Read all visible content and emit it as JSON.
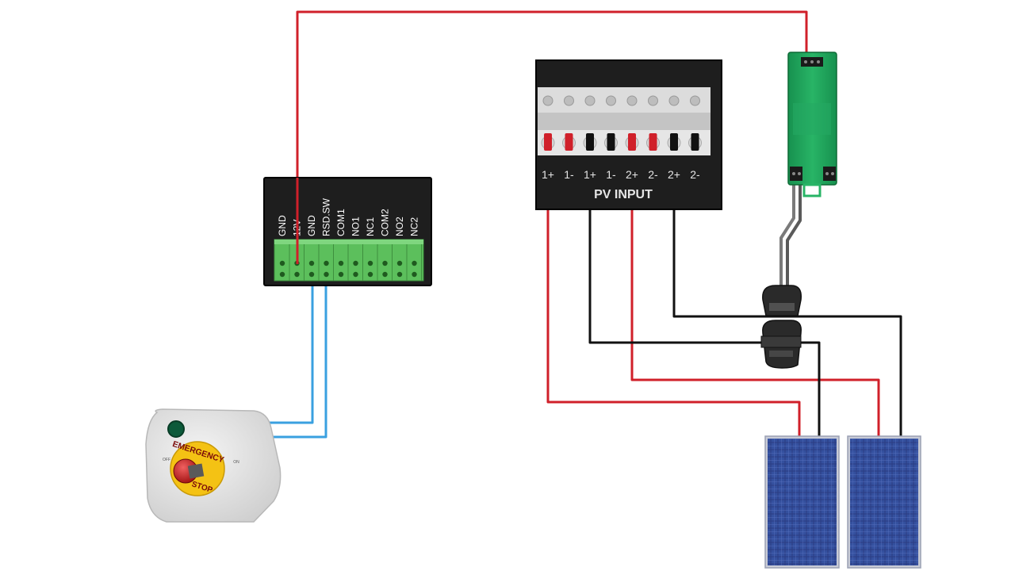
{
  "relay_module": {
    "terminal_labels": [
      "GND",
      "12V",
      "GND",
      "RSD.SW",
      "COM1",
      "NO1",
      "NC1",
      "COM2",
      "NO2",
      "NC2"
    ]
  },
  "pv_box": {
    "title": "PV INPUT",
    "terminal_labels": [
      "1+",
      "1-",
      "1+",
      "1-",
      "2+",
      "2-",
      "2+",
      "2-"
    ]
  },
  "emergency_stop": {
    "ring_text_top": "EMERGENCY",
    "ring_text_bottom": "STOP",
    "off_label": "OFF",
    "on_label": "ON"
  },
  "colors": {
    "positive_wire": "#d0202a",
    "negative_wire": "#111111",
    "signal_wire": "#3aa0e0",
    "relay_terminal": "#5cbf5c",
    "power_supply": "#1fa15a",
    "panel_cell": "#2c3f86"
  }
}
